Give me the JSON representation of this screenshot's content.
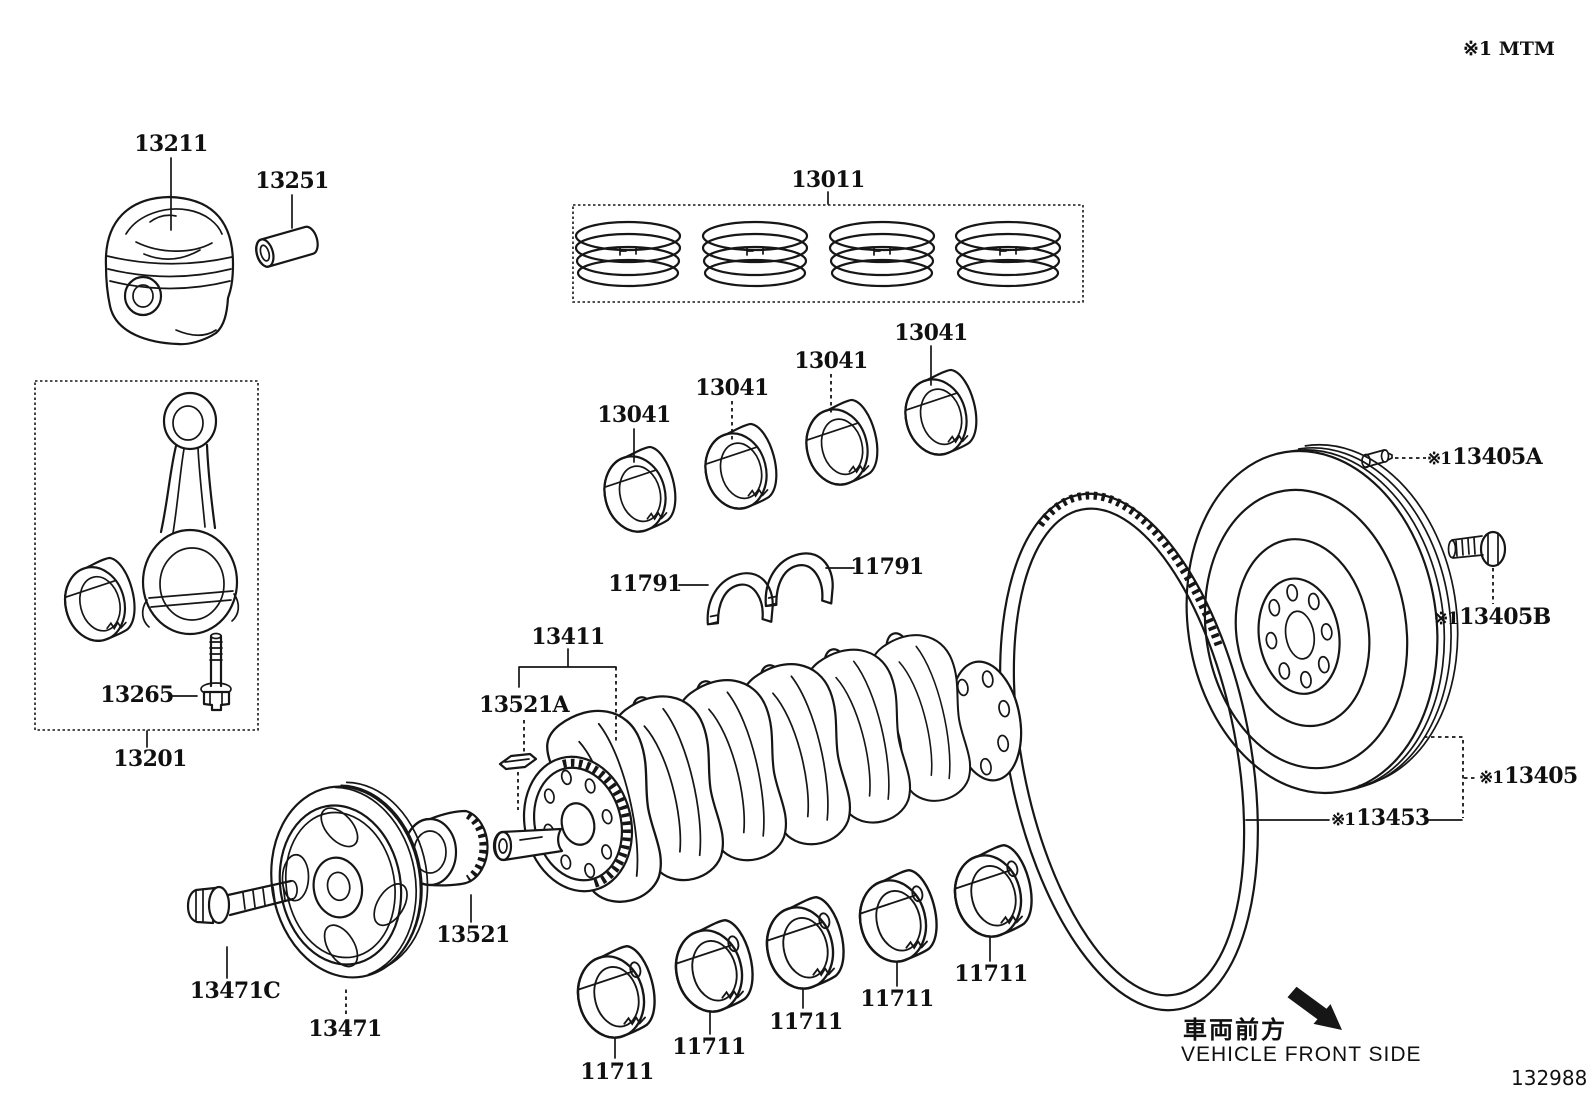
{
  "note": {
    "top_right": "※1 MTM"
  },
  "labels": {
    "ref_prefix": "※1",
    "piston": "13211",
    "piston_pin": "13251",
    "piston_ring_set": "13011",
    "rod_bearing": "13041",
    "thrust_washer": "11791",
    "crankshaft": "13411",
    "crankshaft_key": "13521A",
    "rod_bolt": "13265",
    "rod_subassy": "13201",
    "timing_sprocket": "13521",
    "pulley_bolt": "13471C",
    "pulley": "13471",
    "main_bearing": "11711",
    "flywheel_pin": "13405A",
    "flywheel_bolt": "13405B",
    "flywheel": "13405",
    "ring_gear": "13453"
  },
  "footer": {
    "front_label_jp": "車両前方",
    "front_label_en": "VEHICLE FRONT SIDE",
    "figure_number": "132988"
  }
}
